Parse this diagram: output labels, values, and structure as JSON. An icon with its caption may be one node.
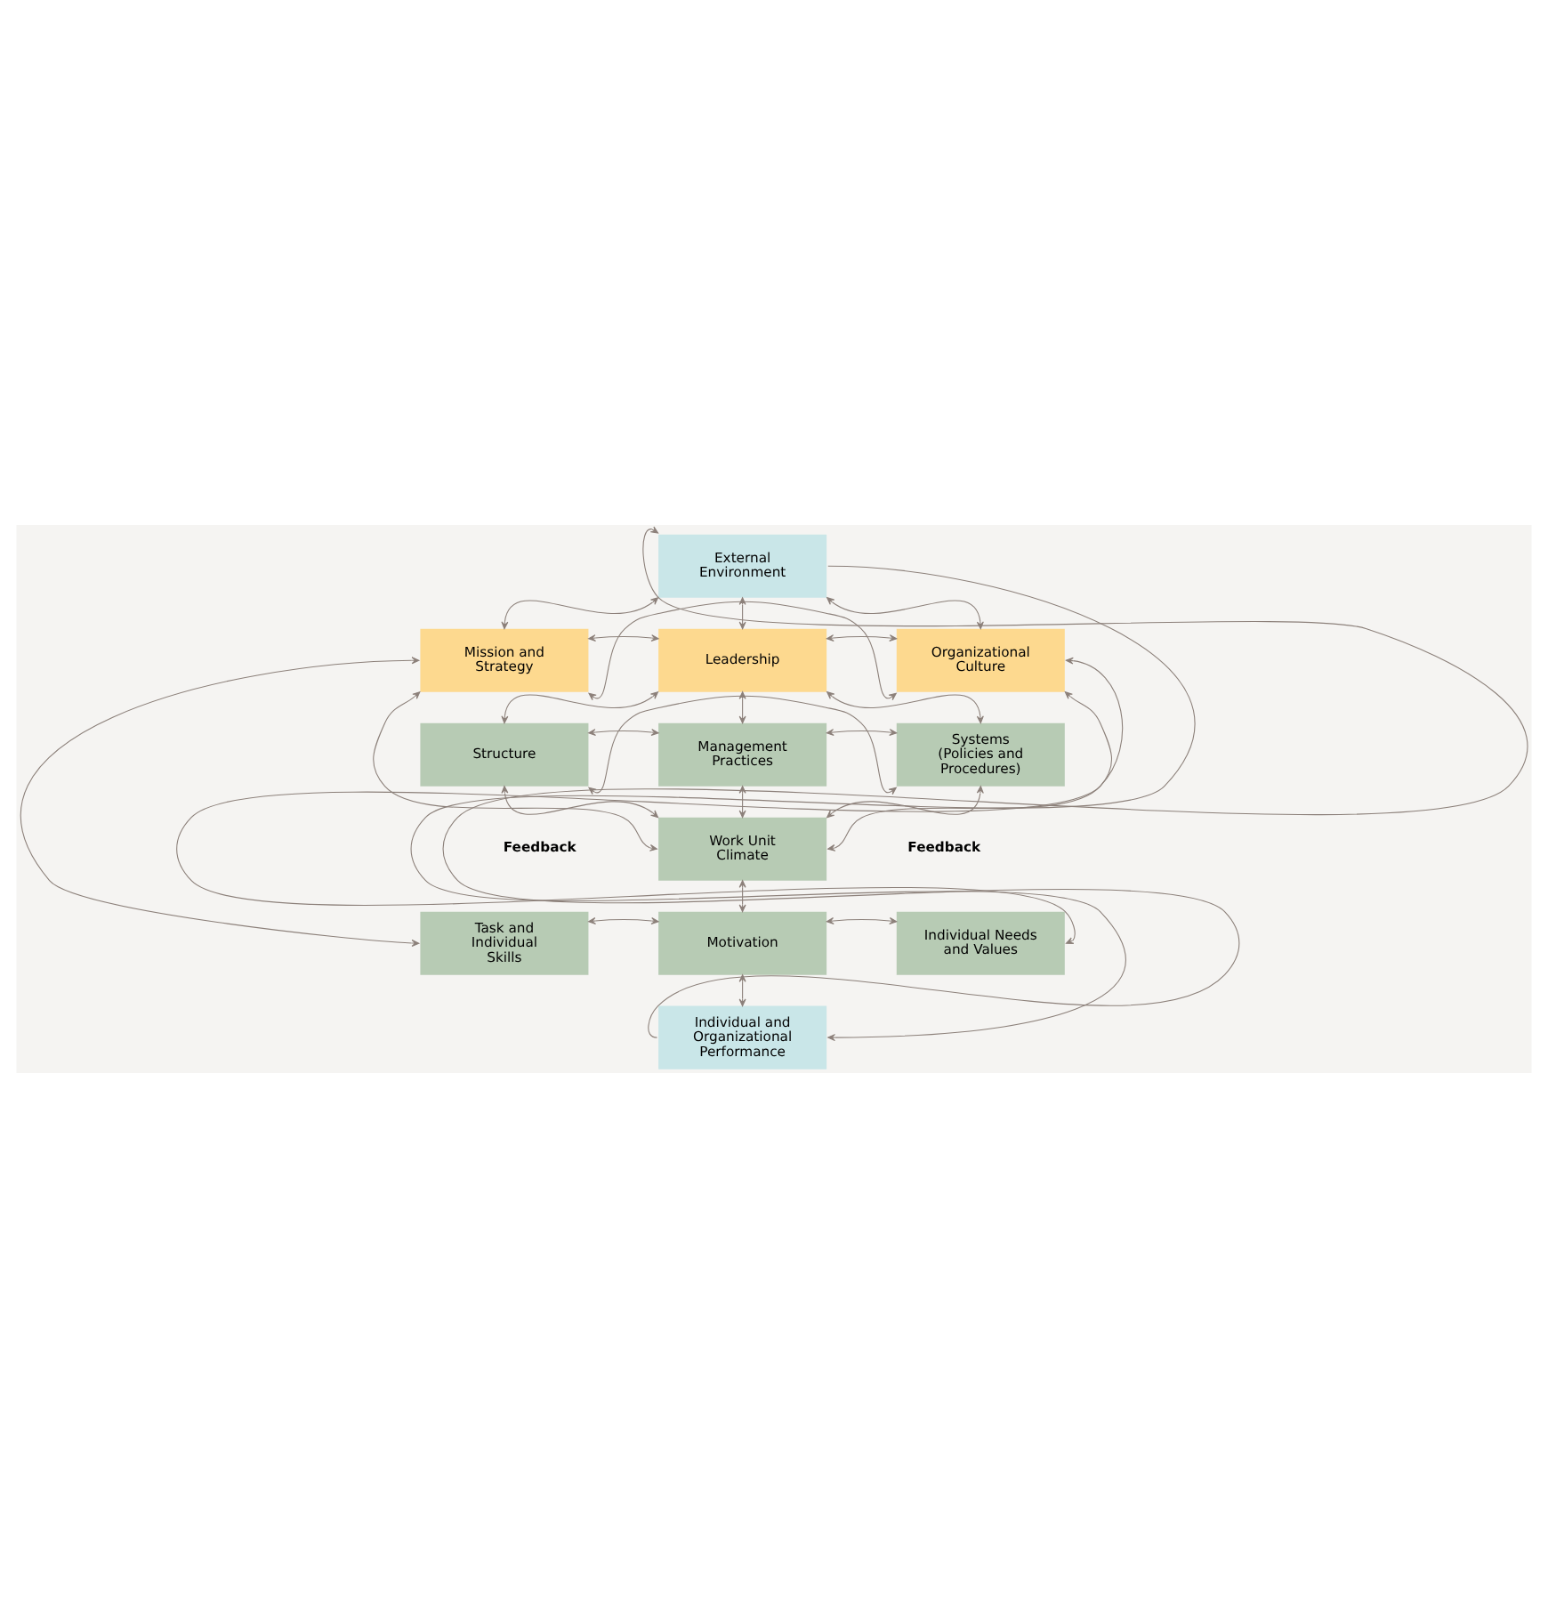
{
  "diagram": {
    "nodes": [
      {
        "text": [
          "External Environment"
        ]
      },
      {
        "text": [
          "Mission and Strategy"
        ]
      },
      {
        "text": [
          "Leadership"
        ]
      },
      {
        "text": [
          "Organizational Culture"
        ]
      },
      {
        "text": [
          "Structure"
        ]
      },
      {
        "text": [
          "Management Practices"
        ]
      },
      {
        "text": [
          "Systems (Policies and Procedures)"
        ]
      },
      {
        "text": [
          "Work Unit Climate"
        ]
      },
      {
        "text": [
          "Task and Individual Skills"
        ]
      },
      {
        "text": [
          "Motivation"
        ]
      },
      {
        "text": [
          "Individual Needs and Values"
        ]
      },
      {
        "text": [
          "Individual and Organizational Performance"
        ]
      }
    ],
    "edges": [
      {
        "from": 0,
        "to": 1,
        "arrow": "both"
      },
      {
        "from": 0,
        "to": 2,
        "arrow": "both"
      },
      {
        "from": 0,
        "to": 3,
        "arrow": "both"
      },
      {
        "from": 2,
        "to": 1,
        "arrow": "both"
      },
      {
        "from": 2,
        "to": 3,
        "arrow": "both"
      },
      {
        "from": 1,
        "to": 3,
        "arrow": "both"
      },
      {
        "from": 2,
        "to": 4,
        "arrow": "both"
      },
      {
        "from": 2,
        "to": 5,
        "arrow": "both"
      },
      {
        "from": 2,
        "to": 6,
        "arrow": "both"
      },
      {
        "from": 5,
        "to": 4,
        "arrow": "both"
      },
      {
        "from": 5,
        "to": 6,
        "arrow": "both"
      },
      {
        "from": 4,
        "to": 6,
        "arrow": "both"
      },
      {
        "from": 5,
        "to": 7,
        "arrow": "both"
      },
      {
        "from": 4,
        "to": 7,
        "arrow": "both"
      },
      {
        "from": 6,
        "to": 7,
        "arrow": "both"
      },
      {
        "from": 7,
        "to": 9,
        "arrow": "both"
      },
      {
        "from": 9,
        "to": 8,
        "arrow": "both"
      },
      {
        "from": 9,
        "to": 10,
        "arrow": "both"
      },
      {
        "from": 9,
        "to": 11,
        "arrow": "both"
      },
      {
        "from": 1,
        "to": 8,
        "arrow": "both"
      },
      {
        "from": 1,
        "to": 7,
        "arrow": "both"
      },
      {
        "from": 3,
        "to": 10,
        "arrow": "both"
      },
      {
        "from": 3,
        "to": 7,
        "arrow": "both"
      },
      {
        "from": 11,
        "to": 0,
        "arrow": "to"
      },
      {
        "from": 0,
        "to": 11,
        "arrow": "to"
      }
    ],
    "labels": [
      "Feedback",
      "Feedback"
    ]
  }
}
